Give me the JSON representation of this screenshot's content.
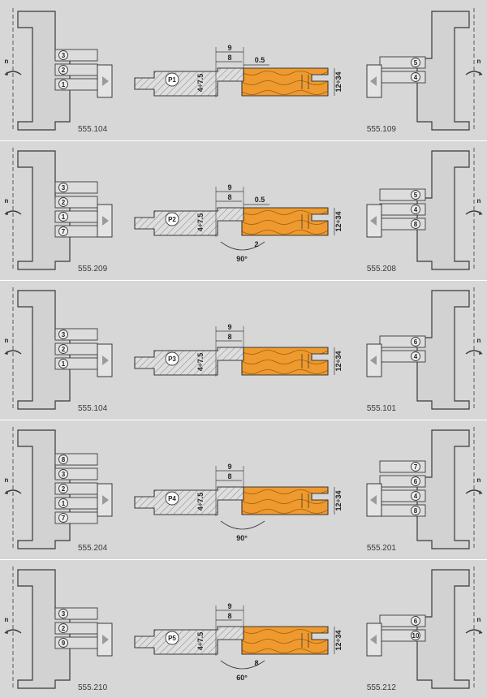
{
  "colors": {
    "background": "#d7d7d7",
    "wood": "#ee9a2e",
    "outline": "#3a3a3a",
    "separator": "#ffffff"
  },
  "rows": [
    {
      "profile": "P1",
      "left_tool": "555.104",
      "right_tool": "555.109",
      "left_positions": [
        "3",
        "2",
        "1"
      ],
      "right_positions": [
        "5",
        "4"
      ],
      "dims": {
        "a": "9",
        "b": "8",
        "gap": "0.5",
        "thick": "4÷7.5",
        "height": "12÷34"
      },
      "extras": []
    },
    {
      "profile": "P2",
      "left_tool": "555.209",
      "right_tool": "555.208",
      "left_positions": [
        "3",
        "2",
        "1",
        "7"
      ],
      "right_positions": [
        "5",
        "4",
        "8"
      ],
      "dims": {
        "a": "9",
        "b": "8",
        "gap": "0.5",
        "thick": "4÷7.5",
        "height": "12÷34"
      },
      "extras": [
        "90°",
        "2"
      ]
    },
    {
      "profile": "P3",
      "left_tool": "555.104",
      "right_tool": "555.101",
      "left_positions": [
        "3",
        "2",
        "1"
      ],
      "right_positions": [
        "6",
        "4"
      ],
      "dims": {
        "a": "9",
        "b": "8",
        "gap": "",
        "thick": "4÷7.5",
        "height": "12÷34"
      },
      "extras": []
    },
    {
      "profile": "P4",
      "left_tool": "555.204",
      "right_tool": "555.201",
      "left_positions": [
        "8",
        "3",
        "2",
        "1",
        "7"
      ],
      "right_positions": [
        "7",
        "6",
        "4",
        "8"
      ],
      "dims": {
        "a": "9",
        "b": "8",
        "gap": "",
        "thick": "4÷7.5",
        "height": "12÷34"
      },
      "extras": [
        "90°"
      ]
    },
    {
      "profile": "P5",
      "left_tool": "555.210",
      "right_tool": "555.212",
      "left_positions": [
        "3",
        "2",
        "9"
      ],
      "right_positions": [
        "6",
        "10"
      ],
      "dims": {
        "a": "9",
        "b": "8",
        "gap": "",
        "thick": "4÷7.5",
        "height": "12÷34"
      },
      "extras": [
        "60°",
        "8"
      ]
    }
  ]
}
